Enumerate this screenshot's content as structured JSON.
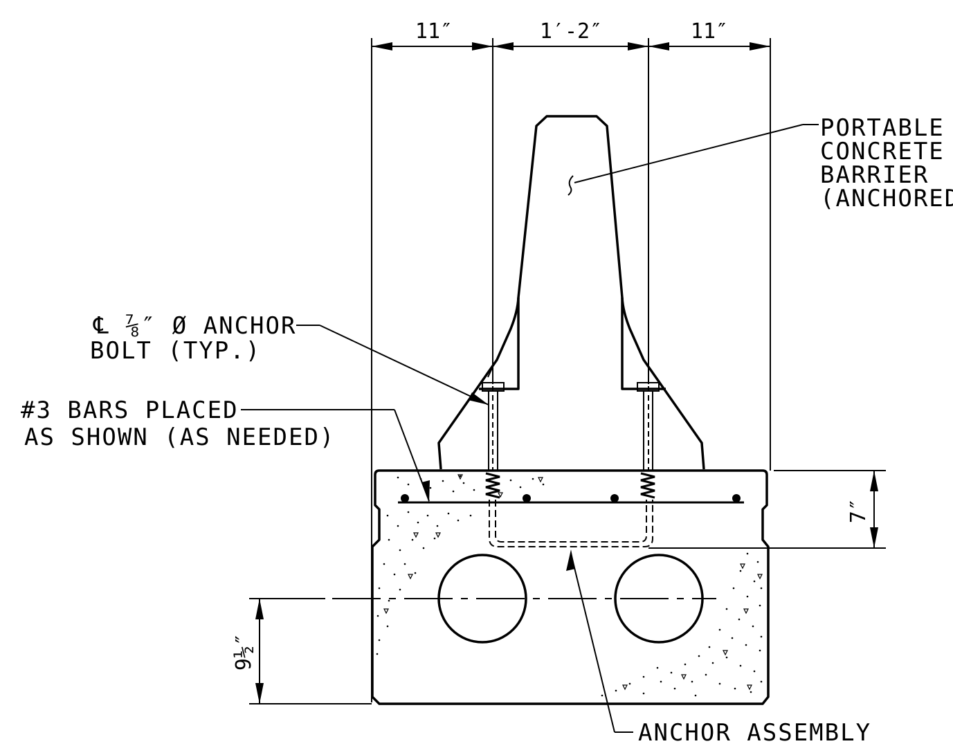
{
  "dimensions": {
    "left_width": "11″",
    "center_width": "1′-2″",
    "right_width": "11″",
    "top_slab_height": "7″",
    "hole_elevation": "9½″"
  },
  "callouts": {
    "barrier": [
      "PORTABLE",
      "CONCRETE",
      "BARRIER",
      "(ANCHORED"
    ],
    "anchor_bolt": [
      "℄ ⅞″ Ø ANCHOR",
      "BOLT (TYP.)"
    ],
    "bars": [
      "#3 BARS PLACED",
      "AS SHOWN (AS NEEDED)"
    ],
    "anchor_assembly": "ANCHOR ASSEMBLY"
  }
}
